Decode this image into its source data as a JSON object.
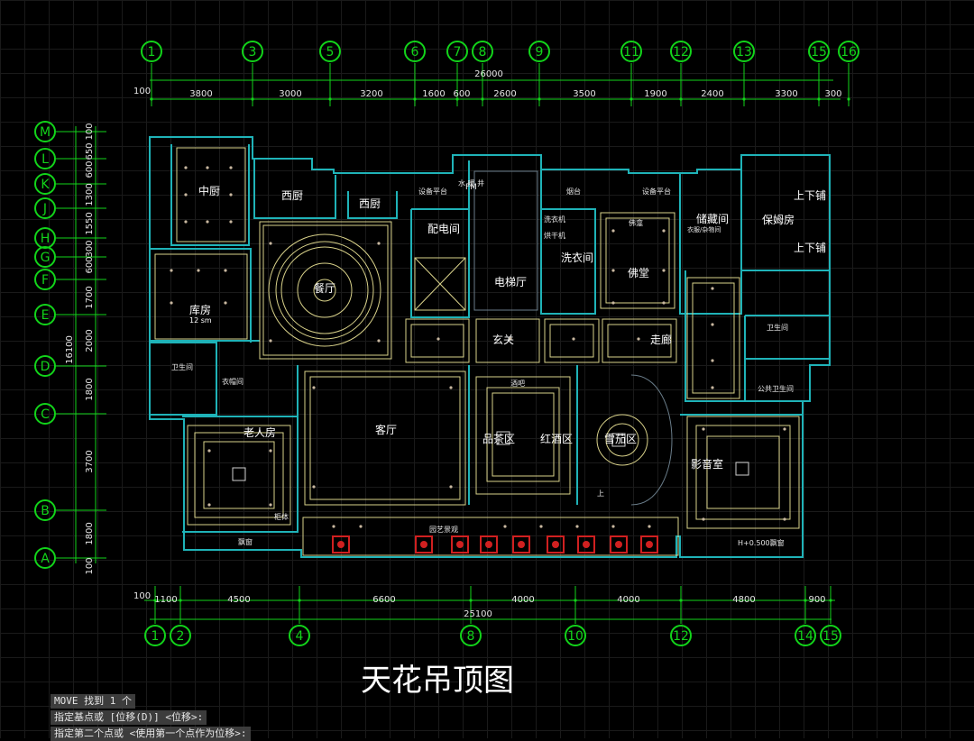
{
  "title": "天花吊顶图",
  "colors": {
    "background": "#000000",
    "grid_green": "#12d41a",
    "wall_cyan": "#1fb3b8",
    "yellow_line": "#d9d28a",
    "white_text": "#ffffff",
    "red_fixture": "#d02020"
  },
  "axes_top": [
    "1",
    "3",
    "5",
    "6",
    "7",
    "8",
    "9",
    "11",
    "12",
    "13",
    "15",
    "16"
  ],
  "axes_bottom": [
    "1",
    "2",
    "4",
    "8",
    "10",
    "12",
    "14",
    "15"
  ],
  "axes_left": [
    "M",
    "L",
    "K",
    "J",
    "H",
    "G",
    "F",
    "E",
    "D",
    "C",
    "B",
    "A"
  ],
  "dims_top": {
    "total": "26000",
    "edge": "100",
    "segments": [
      "3800",
      "3000",
      "3200",
      "1600",
      "600",
      "2600",
      "3500",
      "1900",
      "2400",
      "3300",
      "300"
    ]
  },
  "dims_bottom": {
    "total": "25100",
    "edge": "100",
    "segments": [
      "1100",
      "4500",
      "6600",
      "4000",
      "4000",
      "4800",
      "900"
    ]
  },
  "dims_left": {
    "total": "16100",
    "segments": [
      "100",
      "650",
      "600",
      "1300",
      "1550",
      "300",
      "600",
      "1700",
      "2000",
      "1800",
      "3700",
      "1800",
      "100"
    ]
  },
  "rooms": [
    "中厨",
    "西厨",
    "西厨",
    "配电间",
    "电梯厅",
    "洗衣间",
    "佛堂",
    "储藏间",
    "保姆房",
    "上下铺",
    "上下铺",
    "库房",
    "餐厅",
    "玄关",
    "走廊",
    "客厅",
    "品茶区",
    "红酒区",
    "雪茄区",
    "老人房",
    "影音室"
  ],
  "small_labels": {
    "area": "12 sm",
    "equip1": "设备平台",
    "equip2": "设备平台",
    "smoke": "烟台",
    "water": "水 暖 井",
    "fm": "FM",
    "wash": "洗衣机",
    "dryer": "烘干机",
    "storage_note": "衣服/杂物间",
    "altar": "佛龛",
    "closet": "衣帽间",
    "bath1": "卫生间",
    "bath2": "卫生间",
    "bath3": "公共卫生间",
    "window": "飘窗",
    "garden": "园艺景观",
    "level": "H+0.500飘窗",
    "up": "上",
    "bar": "酒吧",
    "cabinet": "柜体"
  },
  "command_lines": [
    "MOVE 找到 1 个",
    "指定基点或 [位移(D)] <位移>:",
    "指定第二个点或 <使用第一个点作为位移>:"
  ]
}
